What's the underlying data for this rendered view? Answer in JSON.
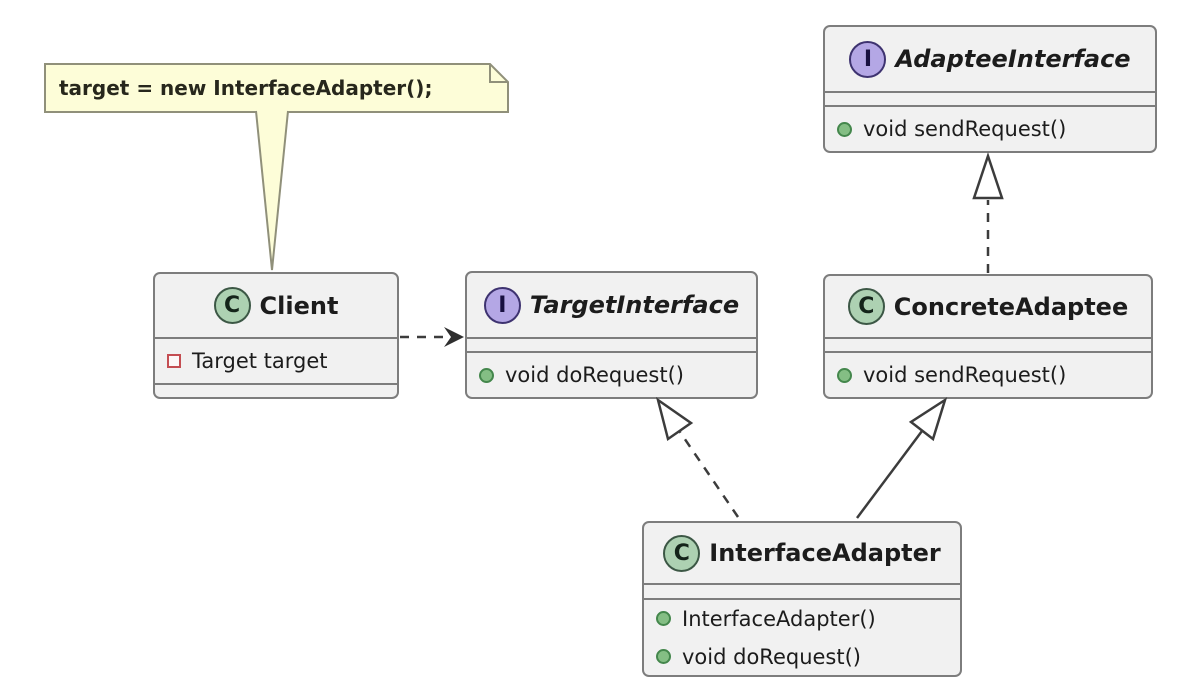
{
  "note": {
    "text": "target = new InterfaceAdapter();"
  },
  "classes": [
    {
      "id": "client",
      "type": "class",
      "icon_letter": "C",
      "name": "Client",
      "fields": [
        {
          "visibility": "private",
          "text": "Target target"
        }
      ],
      "methods": []
    },
    {
      "id": "target-interface",
      "type": "interface",
      "icon_letter": "I",
      "name": "TargetInterface",
      "fields": [],
      "methods": [
        {
          "visibility": "public",
          "text": "void doRequest()"
        }
      ]
    },
    {
      "id": "adaptee-interface",
      "type": "interface",
      "icon_letter": "I",
      "name": "AdapteeInterface",
      "fields": [],
      "methods": [
        {
          "visibility": "public",
          "text": "void sendRequest()"
        }
      ]
    },
    {
      "id": "concrete-adaptee",
      "type": "class",
      "icon_letter": "C",
      "name": "ConcreteAdaptee",
      "fields": [],
      "methods": [
        {
          "visibility": "public",
          "text": "void sendRequest()"
        }
      ]
    },
    {
      "id": "interface-adapter",
      "type": "class",
      "icon_letter": "C",
      "name": "InterfaceAdapter",
      "fields": [],
      "methods": [
        {
          "visibility": "public",
          "text": "InterfaceAdapter()"
        },
        {
          "visibility": "public",
          "text": "void doRequest()"
        }
      ]
    }
  ],
  "relations": [
    {
      "from": "Client",
      "to": "TargetInterface",
      "type": "dependency",
      "line": "dashed",
      "head": "filled-arrow"
    },
    {
      "from": "InterfaceAdapter",
      "to": "TargetInterface",
      "type": "realization",
      "line": "dashed",
      "head": "hollow-triangle"
    },
    {
      "from": "InterfaceAdapter",
      "to": "ConcreteAdaptee",
      "type": "generalization",
      "line": "solid",
      "head": "hollow-triangle"
    },
    {
      "from": "ConcreteAdaptee",
      "to": "AdapteeInterface",
      "type": "realization",
      "line": "dashed",
      "head": "hollow-triangle"
    }
  ],
  "colors": {
    "background": "#ffffff",
    "box_fill": "#f1f1f1",
    "box_border": "#7d7d7d",
    "class_circle_fill": "#add1b2",
    "interface_circle_fill": "#b4a7e5",
    "note_fill": "#fdfdd8",
    "note_border": "#90907a",
    "line": "#3c3c3c",
    "public_method_dot": "#84be84",
    "private_field_square": "#c44d52"
  }
}
